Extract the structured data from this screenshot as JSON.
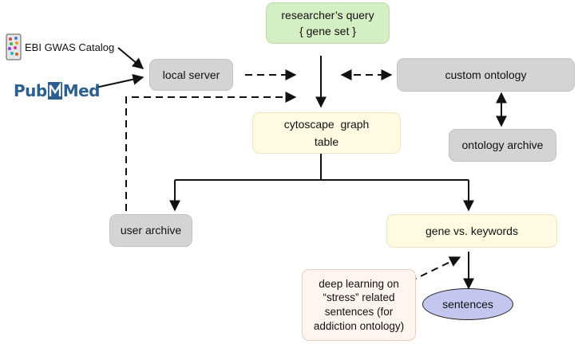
{
  "sources": {
    "ebi_label": "EBI GWAS Catalog",
    "pubmed_pub": "Pub",
    "pubmed_med": "Med"
  },
  "nodes": {
    "query_line1": "researcher’s query",
    "query_line2": "{ gene set }",
    "local_server": "local server",
    "custom_ontology": "custom ontology",
    "cytoscape_line1": "cytoscape  graph",
    "cytoscape_line2": "table",
    "ontology_archive": "ontology archive",
    "user_archive": "user archive",
    "gene_keywords": "gene vs. keywords",
    "deep_line1": "deep learning on",
    "deep_line2": "“stress” related",
    "deep_line3": "sentences (for",
    "deep_line4": "addiction ontology)",
    "sentences": "sentences"
  },
  "colors": {
    "gray_box": "#d4d4d4",
    "green_box": "#d5efc5",
    "cream_box": "#fffbe3",
    "peach_box": "#fff5ee",
    "sentences_fill": "#c3c7ef",
    "pubmed_blue": "#2b5f8f"
  }
}
